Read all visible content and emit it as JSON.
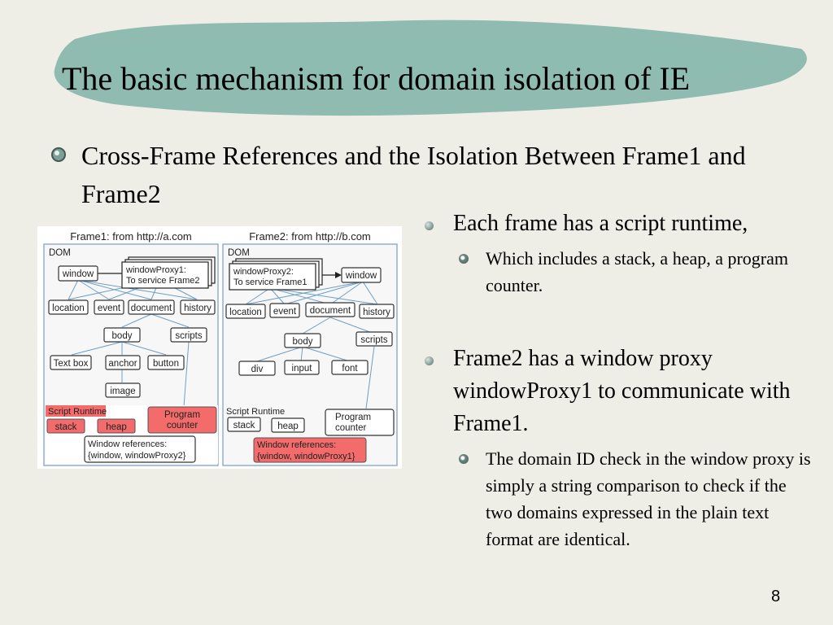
{
  "slide": {
    "title": "The basic mechanism for domain isolation of IE",
    "main_bullet": "Cross-Frame References and the Isolation Between Frame1 and Frame2",
    "right_bullets": [
      {
        "text": "Each frame has a script runtime,",
        "sub": "Which includes a stack, a heap, a program counter."
      },
      {
        "text": "Frame2 has a window proxy windowProxy1 to communicate with Frame1.",
        "sub": "The domain ID check in the window proxy is simply a string comparison to check if the two domains expressed in the plain text format are identical."
      }
    ],
    "page_number": "8"
  },
  "diagram": {
    "frame1": {
      "title": "Frame1: from http://a.com",
      "dom_label": "DOM",
      "window": "window",
      "proxy_line1": "windowProxy1:",
      "proxy_line2": "To service Frame2",
      "nodes": [
        "location",
        "event",
        "document",
        "history",
        "body",
        "scripts",
        "Text box",
        "anchor",
        "button",
        "image"
      ],
      "runtime_label": "Script Runtime",
      "stack": "stack",
      "heap": "heap",
      "pc_line1": "Program",
      "pc_line2": "counter",
      "refs_line1": "Window references:",
      "refs_line2": "{window, windowProxy2}"
    },
    "frame2": {
      "title": "Frame2: from http://b.com",
      "dom_label": "DOM",
      "window": "window",
      "proxy_line1": "windowProxy2:",
      "proxy_line2": "To service Frame1",
      "nodes": [
        "location",
        "event",
        "document",
        "history",
        "body",
        "scripts",
        "div",
        "input",
        "font"
      ],
      "runtime_label": "Script Runtime",
      "stack": "stack",
      "heap": "heap",
      "pc_line1": "Program",
      "pc_line2": "counter",
      "refs_line1": "Window references:",
      "refs_line2": "{window, windowProxy1}"
    },
    "colors": {
      "highlight": "#f36b6b",
      "link": "#6f9fc7",
      "brush": "#7fb1a6"
    }
  }
}
